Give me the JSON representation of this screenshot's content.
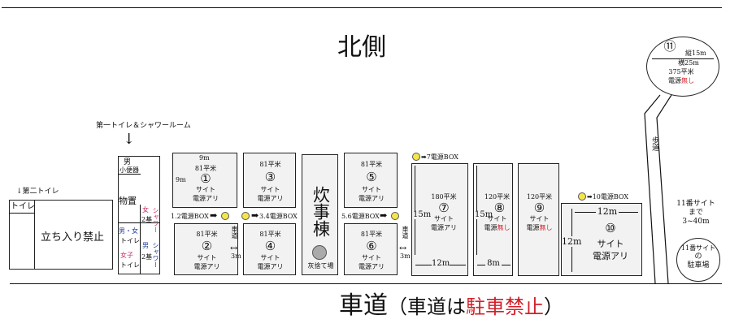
{
  "north": "北側",
  "road": {
    "main": "車道",
    "open": "（車道は",
    "no_parking": "駐車禁止",
    "close": "）"
  },
  "toilet1_label": "第一トイレ＆シャワールーム",
  "toilet2_label": "↓第二トイレ",
  "toilet_short": "トイレ",
  "no_entry": "立ち入り禁止",
  "facility": {
    "male": "男",
    "urinal": "小便器",
    "storage": "物置",
    "male_female": "男・女",
    "toilet": "トイレ",
    "female": "女子",
    "toilet2": "トイレ",
    "f_shower_a": "女",
    "f_shower_b": "シャワー",
    "two": "2基",
    "m_shower_a": "男",
    "m_shower_b": "シャワー"
  },
  "kitchen": {
    "label": "炊事棟",
    "ash": "灰捨て場"
  },
  "sites": {
    "s1": {
      "num": "①",
      "area": "81平米",
      "name": "サイト",
      "power": "電源アリ",
      "w": "9m",
      "h": "9m"
    },
    "s2": {
      "num": "②",
      "area": "81平米",
      "name": "サイト",
      "power": "電源アリ"
    },
    "s3": {
      "num": "③",
      "area": "81平米",
      "name": "サイト",
      "power": "電源アリ"
    },
    "s4": {
      "num": "④",
      "area": "81平米",
      "name": "サイト",
      "power": "電源アリ"
    },
    "s5": {
      "num": "⑤",
      "area": "81平米",
      "name": "サイト",
      "power": "電源アリ"
    },
    "s6": {
      "num": "⑥",
      "area": "81平米",
      "name": "サイト",
      "power": "電源アリ"
    },
    "s7": {
      "num": "⑦",
      "area": "180平米",
      "name": "サイト",
      "power": "電源アリ",
      "h": "15m",
      "w": "12m"
    },
    "s8": {
      "num": "⑧",
      "area": "120平米",
      "name": "サイト",
      "power_a": "電源",
      "power_b": "無し",
      "h": "15m",
      "w": "8m"
    },
    "s9": {
      "num": "⑨",
      "area": "120平米",
      "name": "サイト",
      "power_a": "電源",
      "power_b": "無し"
    },
    "s10": {
      "num": "⑩",
      "name": "サイト",
      "power": "電源アリ",
      "w": "12m",
      "h": "12m"
    },
    "s11": {
      "num": "⑪",
      "h": "縦15m",
      "w": "横25m",
      "area": "375平米",
      "power_a": "電源",
      "power_b": "無し"
    }
  },
  "boxes": {
    "b12": "1.2電源BOX",
    "b34": "3.4電源BOX",
    "b56": "5.6電源BOX",
    "b7": "7電源BOX",
    "b10": "10電源BOX"
  },
  "aisle": {
    "a1": "車道",
    "a2": "車道",
    "d": "3m"
  },
  "walkway": "歩道",
  "site11_note": {
    "l1": "11番サイト",
    "l2": "まで",
    "l3": "3~40m"
  },
  "site11_parking": {
    "l1": "11番サイト",
    "l2": "の",
    "l3": "駐車場"
  }
}
